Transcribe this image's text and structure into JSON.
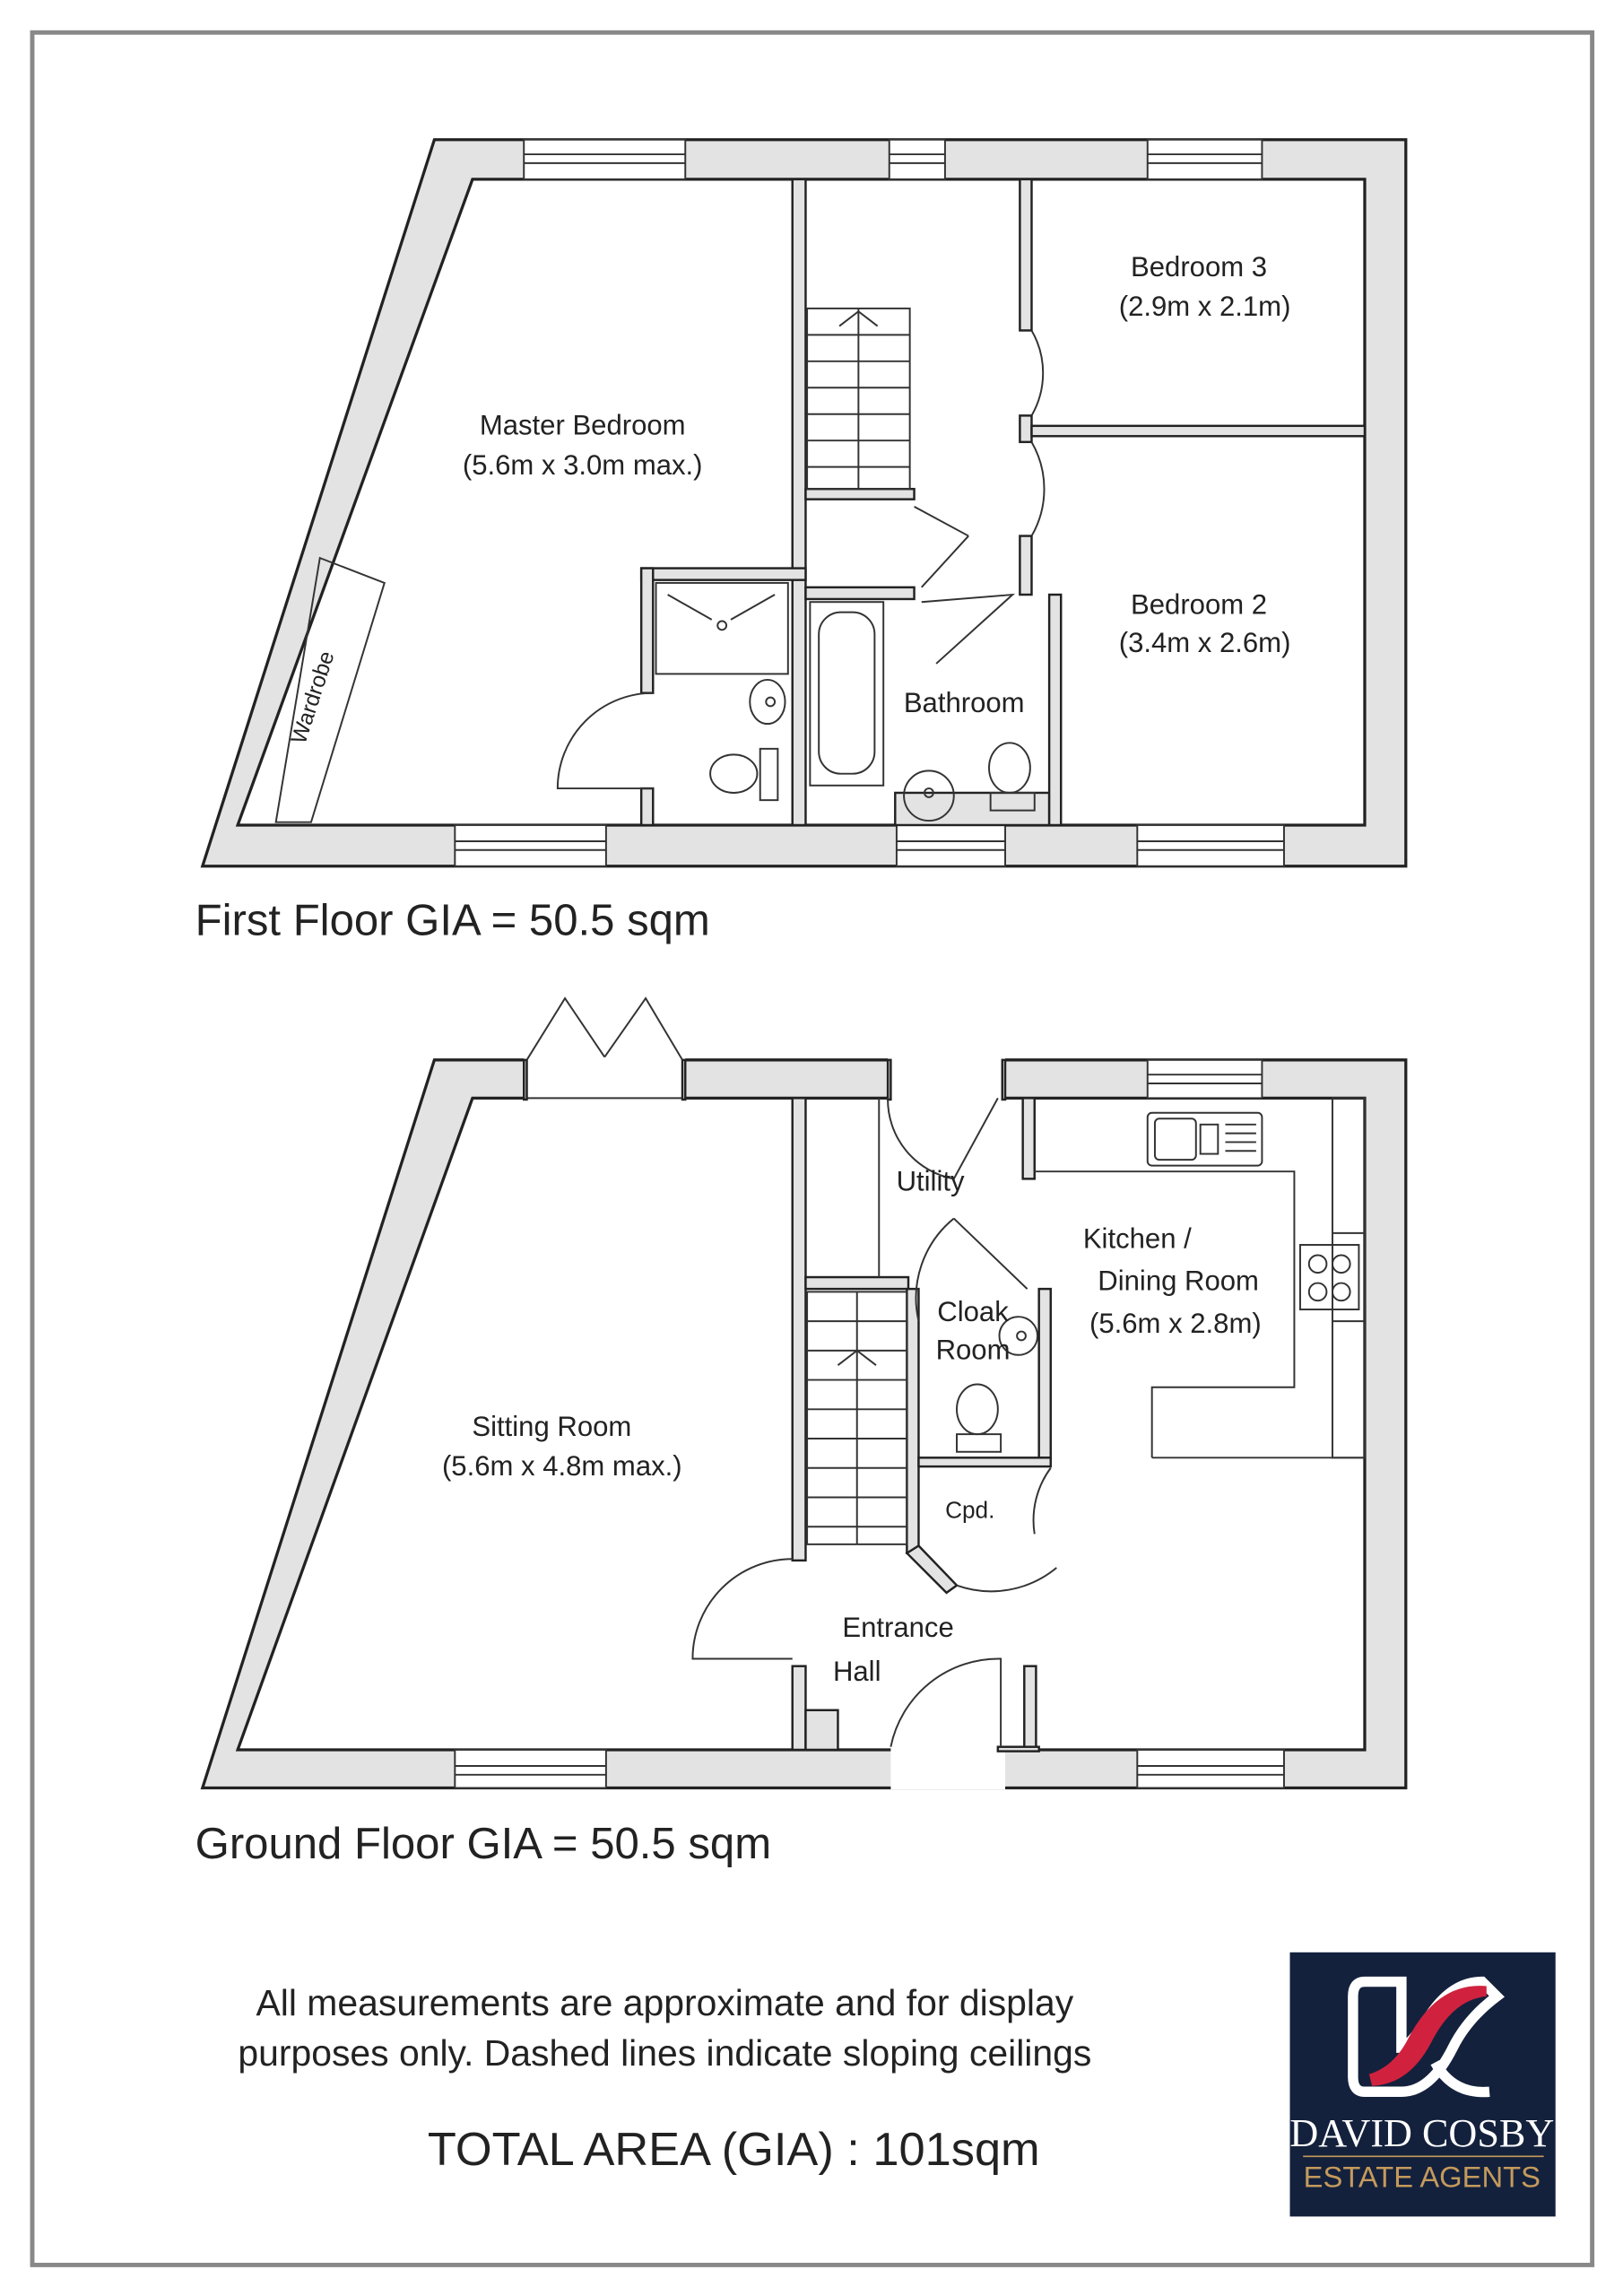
{
  "first_floor": {
    "rooms": {
      "master_bedroom": {
        "name": "Master Bedroom",
        "size": "(5.6m x 3.0m max.)"
      },
      "bedroom_3": {
        "name": "Bedroom 3",
        "size": "(2.9m x 2.1m)"
      },
      "bedroom_2": {
        "name": "Bedroom 2",
        "size": "(3.4m x 2.6m)"
      },
      "bathroom": {
        "name": "Bathroom"
      },
      "wardrobe": {
        "name": "Wardrobe"
      }
    },
    "area_label": "First Floor GIA = 50.5 sqm"
  },
  "ground_floor": {
    "rooms": {
      "sitting_room": {
        "name": "Sitting Room",
        "size": "(5.6m x 4.8m max.)"
      },
      "utility": {
        "name": "Utility"
      },
      "kitchen": {
        "name_line1": "Kitchen /",
        "name_line2": "Dining Room",
        "size": "(5.6m x 2.8m)"
      },
      "cloak_room": {
        "name_line1": "Cloak",
        "name_line2": "Room"
      },
      "cupboard": {
        "name": "Cpd."
      },
      "entrance_hall": {
        "name_line1": "Entrance",
        "name_line2": "Hall"
      }
    },
    "area_label": "Ground Floor GIA = 50.5 sqm"
  },
  "disclaimer": {
    "line1": "All  measurements are approximate and for display",
    "line2": "purposes only. Dashed lines indicate sloping ceilings"
  },
  "total_area": "TOTAL AREA (GIA) : 101sqm",
  "logo": {
    "name": "DAVID COSBY",
    "tagline": "ESTATE AGENTS",
    "colors": {
      "background": "#14213d",
      "accent": "#d0223e",
      "gold": "#c49a5c"
    }
  }
}
